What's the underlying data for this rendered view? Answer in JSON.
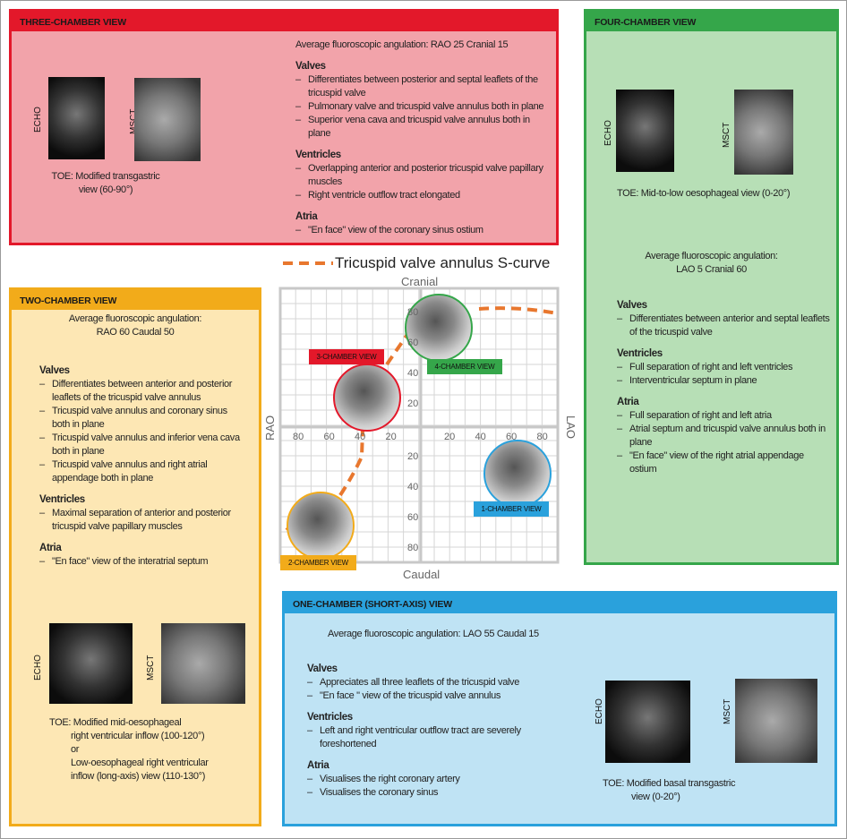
{
  "three_chamber": {
    "title": "THREE-CHAMBER VIEW",
    "angulation": "Average fluoroscopic angulation: RAO 25 Cranial 15",
    "echo_label": "ECHO",
    "msct_label": "MSCT",
    "toe": "TOE: Modified transgastric",
    "toe2": "view (60-90°)",
    "sections": [
      {
        "heading": "Valves",
        "items": [
          "Differentiates between posterior and septal leaflets of the tricuspid valve",
          "Pulmonary valve and tricuspid valve annulus both in plane",
          "Superior vena cava and tricuspid valve annulus both in plane"
        ]
      },
      {
        "heading": "Ventricles",
        "items": [
          "Overlapping anterior and posterior tricuspid valve papillary muscles",
          "Right ventricle outflow tract elongated"
        ]
      },
      {
        "heading": "Atria",
        "items": [
          "\"En face\" view of the coronary sinus ostium"
        ]
      }
    ]
  },
  "four_chamber": {
    "title": "FOUR-CHAMBER VIEW",
    "echo_label": "ECHO",
    "msct_label": "MSCT",
    "toe": "TOE: Mid-to-low oesophageal view (0-20°)",
    "angulation": "Average fluoroscopic angulation:",
    "angulation2": "LAO 5 Cranial 60",
    "sections": [
      {
        "heading": "Valves",
        "items": [
          "Differentiates between anterior and septal leaflets of the tricuspid valve"
        ]
      },
      {
        "heading": "Ventricles",
        "items": [
          "Full separation of right and left ventricles",
          "Interventricular septum in plane"
        ]
      },
      {
        "heading": "Atria",
        "items": [
          "Full separation of right and left atria",
          "Atrial septum and tricuspid valve annulus both in plane",
          "\"En face\" view of the right atrial appendage ostium"
        ]
      }
    ]
  },
  "two_chamber": {
    "title": "TWO-CHAMBER VIEW",
    "angulation": "Average fluoroscopic angulation:",
    "angulation2": "RAO 60 Caudal 50",
    "echo_label": "ECHO",
    "msct_label": "MSCT",
    "toe": [
      "TOE: Modified mid-oesophageal",
      "right ventricular inflow (100-120°)",
      "or",
      "Low-oesophageal right ventricular",
      "inflow (long-axis) view (110-130°)"
    ],
    "sections": [
      {
        "heading": "Valves",
        "items": [
          "Differentiates between anterior and posterior leaflets of the tricuspid valve annulus",
          "Tricuspid valve annulus and coronary sinus both in plane",
          "Tricuspid valve annulus and inferior vena cava both in plane",
          "Tricuspid valve annulus and right atrial appendage both in plane"
        ]
      },
      {
        "heading": "Ventricles",
        "items": [
          "Maximal separation of anterior and posterior tricuspid valve papillary muscles"
        ]
      },
      {
        "heading": "Atria",
        "items": [
          "\"En face\" view of the interatrial septum"
        ]
      }
    ]
  },
  "one_chamber": {
    "title": "ONE-CHAMBER (SHORT-AXIS) VIEW",
    "angulation": "Average fluoroscopic angulation: LAO 55 Caudal 15",
    "echo_label": "ECHO",
    "msct_label": "MSCT",
    "toe": "TOE: Modified basal transgastric",
    "toe2": "view (0-20°)",
    "sections": [
      {
        "heading": "Valves",
        "items": [
          "Appreciates all three leaflets of the tricuspid valve",
          "\"En face \" view of the tricuspid valve annulus"
        ]
      },
      {
        "heading": "Ventricles",
        "items": [
          "Left and right ventricular outflow tract are severely foreshortened"
        ]
      },
      {
        "heading": "Atria",
        "items": [
          "Visualises the right coronary artery",
          "Visualises the coronary sinus"
        ]
      }
    ]
  },
  "diagram": {
    "legend": "Tricuspid valve annulus S-curve",
    "top": "Cranial",
    "bottom": "Caudal",
    "left": "RAO",
    "right": "LAO",
    "x_ticks_left": [
      "80",
      "60",
      "40",
      "20"
    ],
    "x_ticks_right": [
      "20",
      "40",
      "60",
      "80"
    ],
    "y_ticks_top": [
      "80",
      "60",
      "40",
      "20"
    ],
    "y_ticks_bottom": [
      "20",
      "40",
      "60",
      "80"
    ],
    "labels": {
      "three": "3-CHAMBER VIEW",
      "four": "4-CHAMBER VIEW",
      "two": "2-CHAMBER VIEW",
      "one": "1-CHAMBER VIEW"
    },
    "colors": {
      "red": "#e3182a",
      "green": "#35a64a",
      "yellow": "#f2ab1a",
      "blue": "#2aa1dc",
      "curve": "#e8772e"
    }
  }
}
